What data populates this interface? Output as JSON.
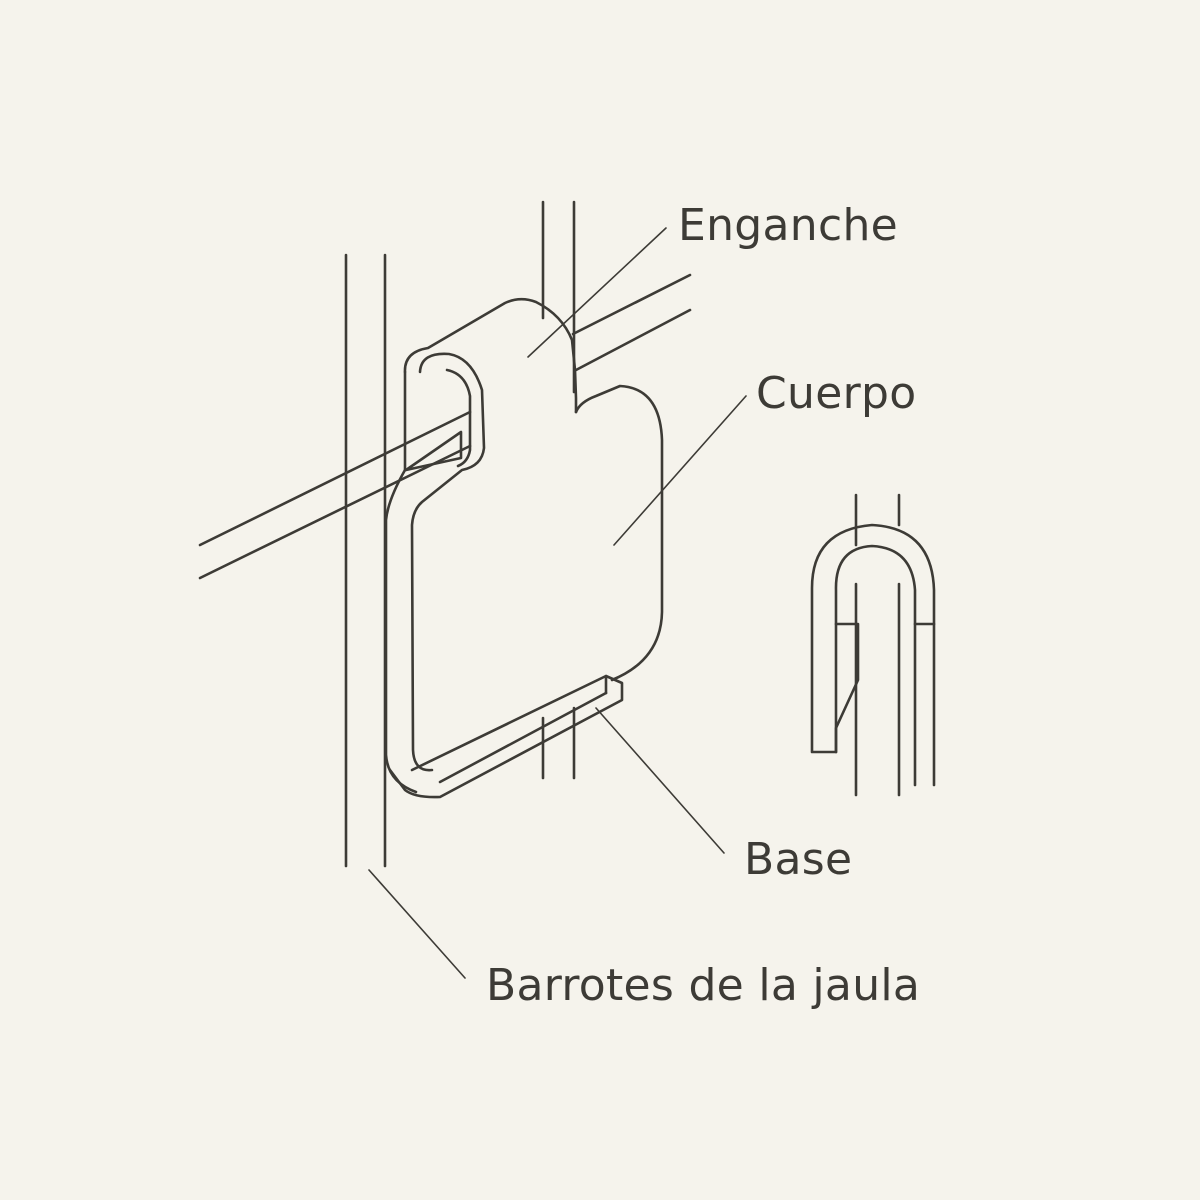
{
  "labels": {
    "enganche": "Enganche",
    "cuerpo": "Cuerpo",
    "base": "Base",
    "barrotes": "Barrotes de la jaula"
  },
  "colors": {
    "background": "#f5f3ec",
    "stroke": "#3d3b36",
    "text": "#3d3b36"
  }
}
